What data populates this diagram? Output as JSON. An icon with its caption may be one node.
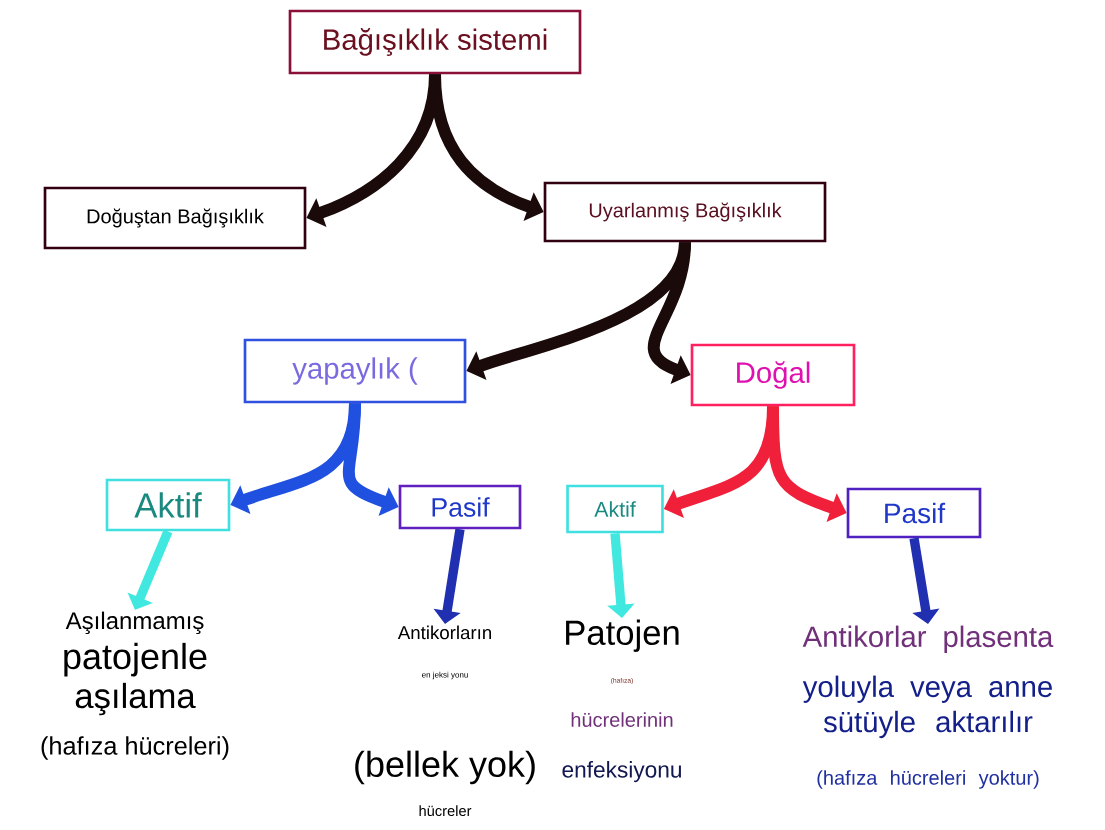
{
  "diagram": {
    "nodes": [
      {
        "text": [
          "Bağışıklık sistemi"
        ]
      },
      {
        "text": [
          "Doğuştan Bağışıklık"
        ]
      },
      {
        "text": [
          "Uyarlanmış Bağışıklık"
        ]
      },
      {
        "text": [
          "yapaylık ("
        ]
      },
      {
        "text": [
          "Doğal"
        ]
      },
      {
        "text": [
          "Aktif"
        ]
      },
      {
        "text": [
          "Pasif"
        ]
      },
      {
        "text": [
          "Aktif"
        ]
      },
      {
        "text": [
          "Pasif"
        ]
      },
      {
        "text": [
          "Aşılanmamış",
          "patojenle",
          "aşılama",
          "(hafıza hücreleri)"
        ]
      },
      {
        "text": [
          "Antikorların",
          "en jeksi yonu",
          "(bellek yok)",
          "hücreler"
        ]
      },
      {
        "text": [
          "Patojen",
          "(hafıza)",
          "hücrelerinin",
          "enfeksiyonu"
        ]
      },
      {
        "text": [
          "Antikorlar plasenta",
          "yoluyla veya anne sütüyle aktarılır",
          "(hafıza hücreleri yoktur)"
        ]
      }
    ],
    "edges": [
      {
        "from": 0,
        "to": 1,
        "arrow": "to",
        "color": "#1a0a0a"
      },
      {
        "from": 0,
        "to": 2,
        "arrow": "to",
        "color": "#1a0a0a"
      },
      {
        "from": 2,
        "to": 3,
        "arrow": "to",
        "color": "#1a0a0a"
      },
      {
        "from": 2,
        "to": 4,
        "arrow": "to",
        "color": "#1a0a0a"
      },
      {
        "from": 3,
        "to": 5,
        "arrow": "to",
        "color": "#2050e0"
      },
      {
        "from": 3,
        "to": 6,
        "arrow": "to",
        "color": "#2050e0"
      },
      {
        "from": 4,
        "to": 7,
        "arrow": "to",
        "color": "#f0203a"
      },
      {
        "from": 4,
        "to": 8,
        "arrow": "to",
        "color": "#f0203a"
      },
      {
        "from": 5,
        "to": 9,
        "arrow": "to",
        "color": "#40e8e0"
      },
      {
        "from": 6,
        "to": 10,
        "arrow": "to",
        "color": "#2030b0"
      },
      {
        "from": 7,
        "to": 11,
        "arrow": "to",
        "color": "#40e8e0"
      },
      {
        "from": 8,
        "to": 12,
        "arrow": "to",
        "color": "#2030b0"
      }
    ]
  }
}
